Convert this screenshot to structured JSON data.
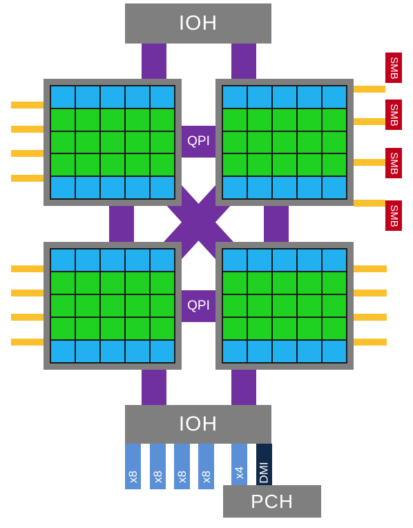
{
  "diagram": {
    "top_hub": "IOH",
    "bottom_hub": "IOH",
    "qpi_top": "QPI",
    "qpi_bottom": "QPI",
    "smb_labels": [
      "SMB",
      "SMB",
      "SMB",
      "SMB"
    ],
    "pcie_lanes": [
      "x8",
      "x8",
      "x8",
      "x8",
      "x4"
    ],
    "dmi_label": "DMI",
    "pch_label": "PCH",
    "colors": {
      "hub": "#7f7f7f",
      "qpi_link": "#7030a0",
      "core_blue": "#22b1f0",
      "core_green": "#1fd121",
      "memory_pin": "#fbc02d",
      "smb": "#c0001a",
      "pcie_lane": "#5b8fd6",
      "dmi_lane": "#0f2a4a"
    }
  }
}
